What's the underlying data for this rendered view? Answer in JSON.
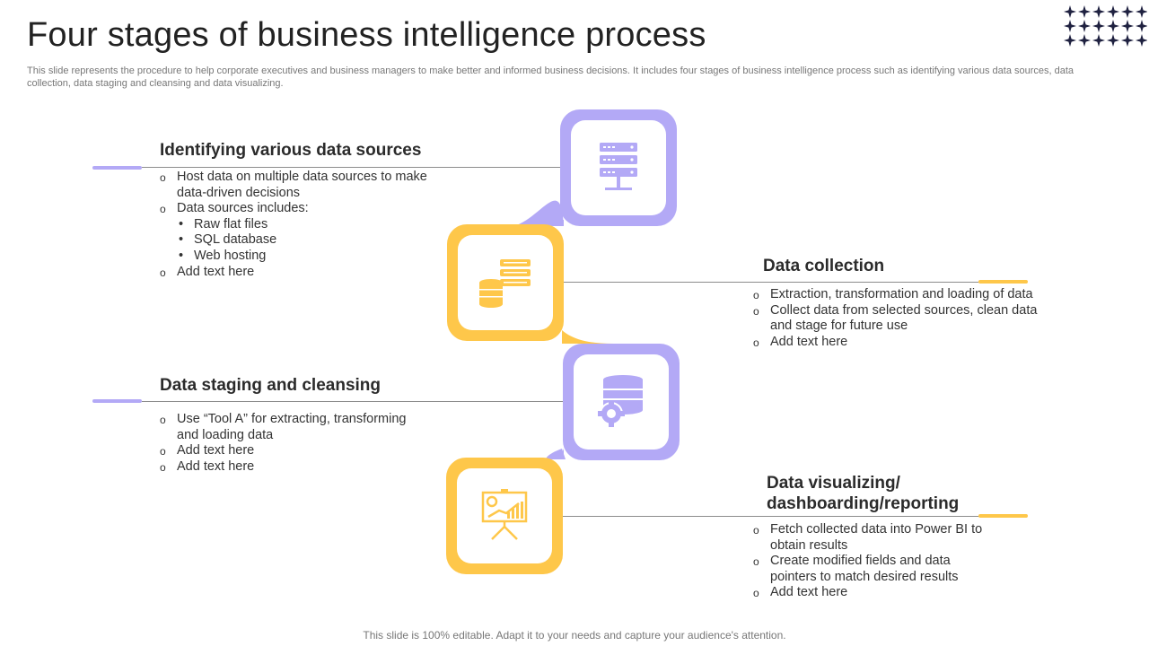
{
  "title": "Four stages of business intelligence process",
  "subtitle": "This slide represents the procedure to help corporate executives and business managers to make better and informed business decisions. It includes four stages of business intelligence process such as identifying various data sources, data collection, data staging and cleansing and data visualizing.",
  "footer": "This slide is 100% editable. Adapt it to your needs and capture your audience's attention.",
  "colors": {
    "purple": "#b3a9f6",
    "yellow": "#fec74a",
    "dark": "#1f2140"
  },
  "stages": [
    {
      "title": "Identifying various data sources",
      "icon": "server-icon",
      "bullets": [
        {
          "text": "Host data on multiple data sources to make data-driven decisions"
        },
        {
          "text": "Data sources includes:",
          "sub": [
            "Raw flat files",
            "SQL database",
            "Web hosting"
          ]
        },
        {
          "text": "Add text here"
        }
      ]
    },
    {
      "title": "Data collection",
      "icon": "database-stack-icon",
      "bullets": [
        {
          "text": "Extraction, transformation and loading of data"
        },
        {
          "text": "Collect data from selected sources, clean data and stage for future use"
        },
        {
          "text": "Add text here"
        }
      ]
    },
    {
      "title": "Data staging and cleansing",
      "icon": "database-gear-icon",
      "bullets": [
        {
          "text": "Use “Tool A” for extracting, transforming and loading data"
        },
        {
          "text": "Add text here"
        },
        {
          "text": "Add text here"
        }
      ]
    },
    {
      "title": "Data visualizing/ dashboarding/reporting",
      "icon": "presentation-chart-icon",
      "bullets": [
        {
          "text": "Fetch collected data into Power BI to obtain results"
        },
        {
          "text": "Create modified fields and data pointers to match desired results"
        },
        {
          "text": "Add text here"
        }
      ]
    }
  ]
}
